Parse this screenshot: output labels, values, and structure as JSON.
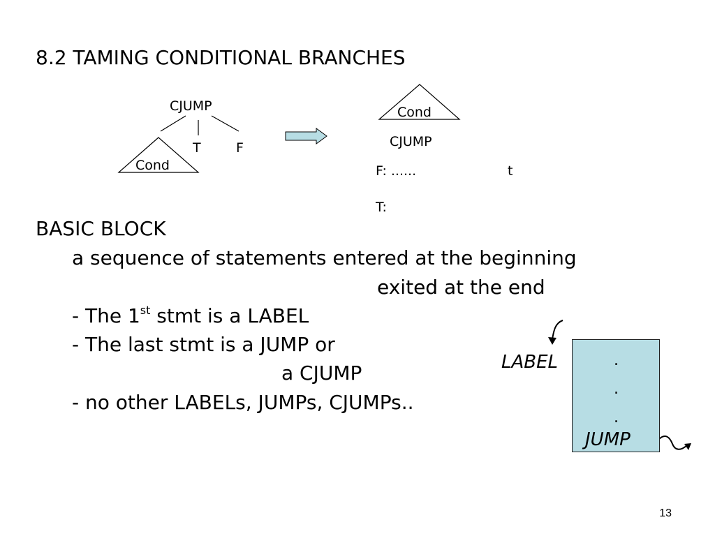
{
  "slide": {
    "title": "8.2 TAMING CONDITIONAL BRANCHES",
    "page_number": "13"
  },
  "diagram_left": {
    "root_label": "CJUMP",
    "branch_true": "T",
    "branch_false": "F",
    "cond_label": "Cond"
  },
  "diagram_right": {
    "cond_label": "Cond",
    "cjump_label": "CJUMP",
    "false_line": "F: ......",
    "t_label": "t",
    "true_line": "T:"
  },
  "arrow": {
    "fill": "#b7dde4"
  },
  "basic_block": {
    "heading": "BASIC BLOCK",
    "definition_line1": "a sequence of statements entered at the beginning",
    "definition_line2": "exited at the end",
    "rule1_before": "- The 1",
    "rule1_sup": "st",
    "rule1_after": " stmt is a LABEL",
    "rule2_line1": "- The last stmt is a JUMP or",
    "rule2_line2": "a CJUMP",
    "rule3": "- no other LABELs, JUMPs, CJUMPs.."
  },
  "block_figure": {
    "label_text": "LABEL",
    "jump_text": "JUMP",
    "dot1": ".",
    "dot2": ".",
    "dot3": ".",
    "fill": "#b7dde4"
  }
}
